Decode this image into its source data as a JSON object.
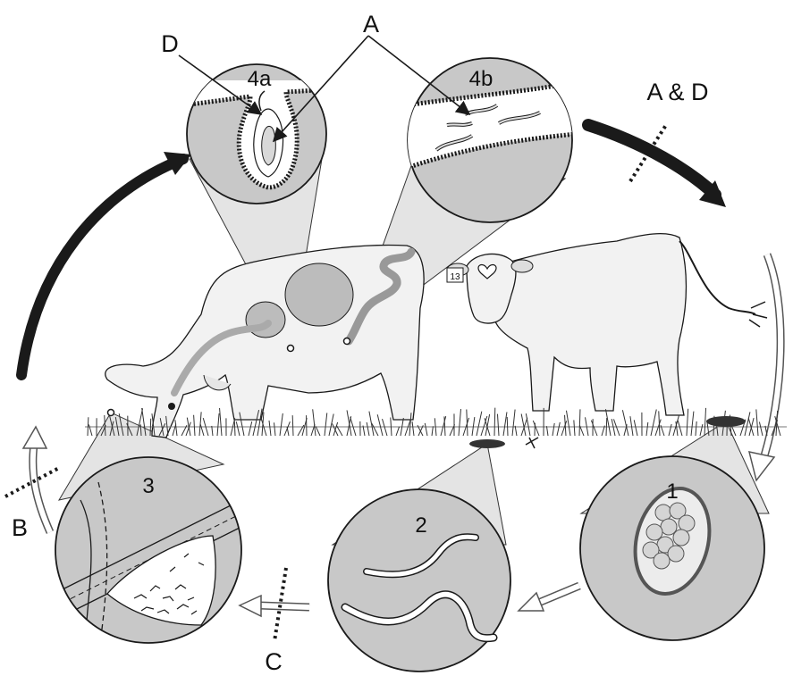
{
  "labels": {
    "a": "A",
    "d": "D",
    "a_and_d": "A & D",
    "b": "B",
    "c": "C"
  },
  "panels": {
    "p4a": "4a",
    "p4b": "4b",
    "p1": "1",
    "p2": "2",
    "p3": "3"
  },
  "ear_tag": "13",
  "colors": {
    "magnifier_fill": "#c8c8c8",
    "cone_fill": "#e0e0e0",
    "cow_fill": "#f2f2f2",
    "organ_fill": "#bcbcbc",
    "ink": "#1a1a1a",
    "egg_fill": "#d8d8d8"
  }
}
